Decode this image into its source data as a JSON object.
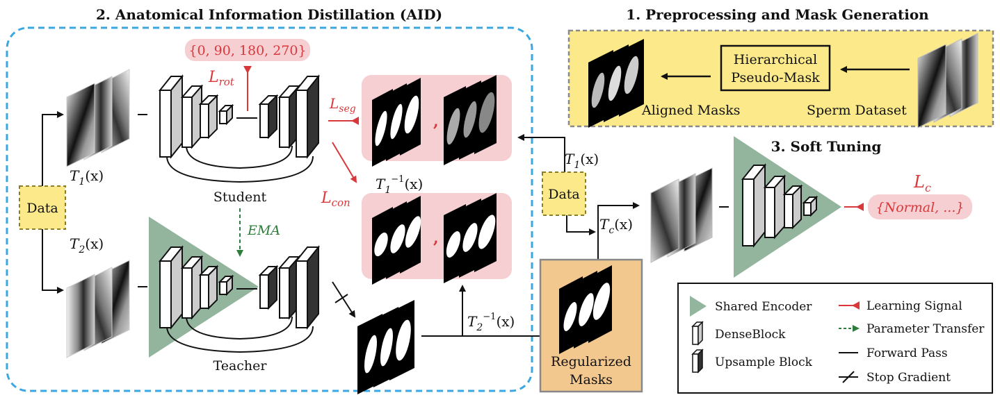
{
  "titles": {
    "aid": "2. Anatomical Information Distillation (AID)",
    "pre": "1. Preprocessing and Mask Generation",
    "soft": "3. Soft Tuning"
  },
  "labels": {
    "data": "Data",
    "student": "Student",
    "teacher": "Teacher",
    "ema": "EMA",
    "rotations": "{0, 90, 180, 270}",
    "l_rot": "L",
    "l_rot_sub": "rot",
    "l_seg": "L",
    "l_seg_sub": "seg",
    "l_con": "L",
    "l_con_sub": "con",
    "l_c": "L",
    "l_c_sub": "c",
    "t1": "T",
    "t1_sub": "1",
    "t1_arg": "(x)",
    "t2": "T",
    "t2_sub": "2",
    "t2_arg": "(x)",
    "t1_inv": "T",
    "t1_inv_sub": "1",
    "t1_inv_sup": "−1",
    "t1_inv_arg": "(x)",
    "t2_inv": "T",
    "t2_inv_sub": "2",
    "t2_inv_sup": "−1",
    "t2_inv_arg": "(x)",
    "tc": "T",
    "tc_sub": "c",
    "tc_arg": "(x)",
    "hier_line1": "Hierarchical",
    "hier_line2": "Pseudo-Mask",
    "aligned_masks": "Aligned Masks",
    "sperm_dataset": "Sperm Dataset",
    "regularized_line1": "Regularized",
    "regularized_line2": "Masks",
    "classes": "{Normal, ...}",
    "comma": ","
  },
  "legend": {
    "shared_encoder": "Shared Encoder",
    "dense_block": "DenseBlock",
    "upsample_block": "Upsample Block",
    "learning_signal": "Learning Signal",
    "parameter_transfer": "Parameter Transfer",
    "forward_pass": "Forward Pass",
    "stop_gradient": "Stop Gradient"
  },
  "colors": {
    "dashed_blue": "#3aa7e0",
    "yellow_box": "#fbe98a",
    "pink_box": "#f6cfd3",
    "orange_box": "#f3c88f",
    "encoder_green": "#93b59e",
    "signal_red": "#d9383a",
    "ema_green": "#2e7d3a"
  }
}
